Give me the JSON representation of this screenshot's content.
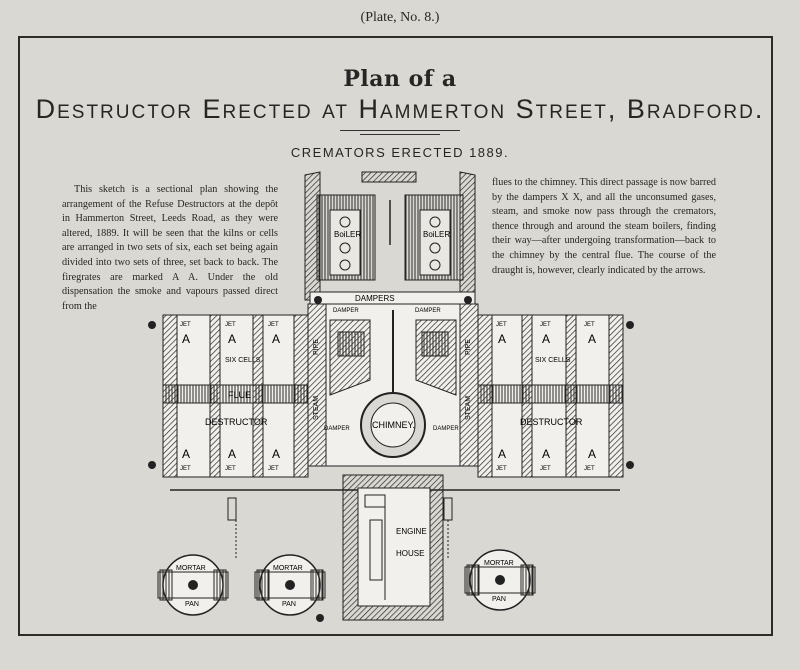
{
  "plate": "(Plate, No. 8.)",
  "title_small": "Plan of a",
  "title_main": "Destructor Erected at Hammerton Street, Bradford.",
  "subtitle": "CREMATORS ERECTED 1889.",
  "text_left": "This sketch is a sectional plan showing the arrangement of the Refuse Destructors at the depôt in Hammerton Street, Leeds Road, as they were altered, 1889. It will be seen that the kilns or cells are arranged in two sets of six, each set being again divided into two sets of three, set back to back. The firegrates are marked A A. Under the old dispensation the smoke and vapours passed direct from the",
  "text_right": "flues to the chimney. This direct passage is now barred by the dampers X X, and all the unconsumed gases, steam, and smoke now pass through the cremators, thence through and around the steam boilers, finding their way—after undergoing transformation—back to the chimney by the central flue. The course of the draught is, however, clearly indicated by the arrows.",
  "labels": {
    "boiler_left": "BoiLER",
    "boiler_right": "BoiLER",
    "dampers": "DAMPERS",
    "damper": "DAMPER",
    "jet": "JET",
    "grate": "A",
    "six_cells": "SIX CELLS",
    "flue": "FLUE",
    "destructor": "DESTRUCTOR",
    "pipe": "PIPE",
    "steam": "STEAM",
    "chimney": "CHIMNEY.",
    "engine_house": "ENGINE HOUSE",
    "mortar": "MORTAR",
    "pan": "PAN"
  },
  "colors": {
    "paper": "#d9d8d2",
    "ink": "#262624",
    "white_area": "#f1f0ec"
  }
}
